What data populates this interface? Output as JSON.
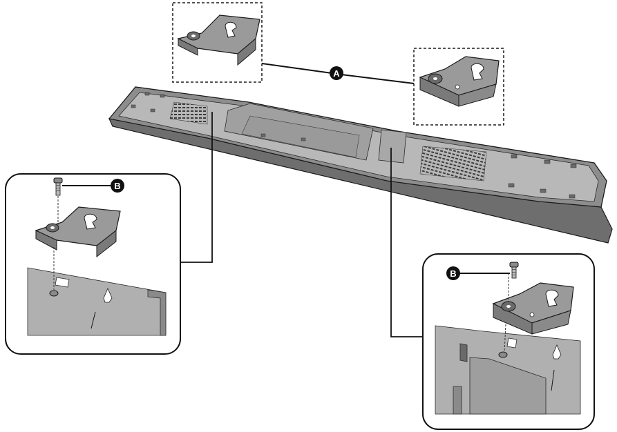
{
  "diagram": {
    "callouts": {
      "a": {
        "label": "A",
        "target": "wall-bracket"
      },
      "b_left": {
        "label": "B",
        "target": "screw"
      },
      "b_right": {
        "label": "B",
        "target": "screw"
      }
    },
    "colors": {
      "bar_body": "#8a8a8a",
      "bar_top": "#bdbdbd",
      "bar_side": "#6e6e6e",
      "bracket": "#9a9a9a",
      "outline": "#1a1a1a",
      "callout_fill": "#111111"
    },
    "parts": [
      {
        "name": "sound-bar",
        "kind": "device"
      },
      {
        "name": "wall-bracket",
        "kind": "accessory",
        "count": 2
      },
      {
        "name": "screw",
        "kind": "accessory",
        "count": 2
      }
    ]
  }
}
